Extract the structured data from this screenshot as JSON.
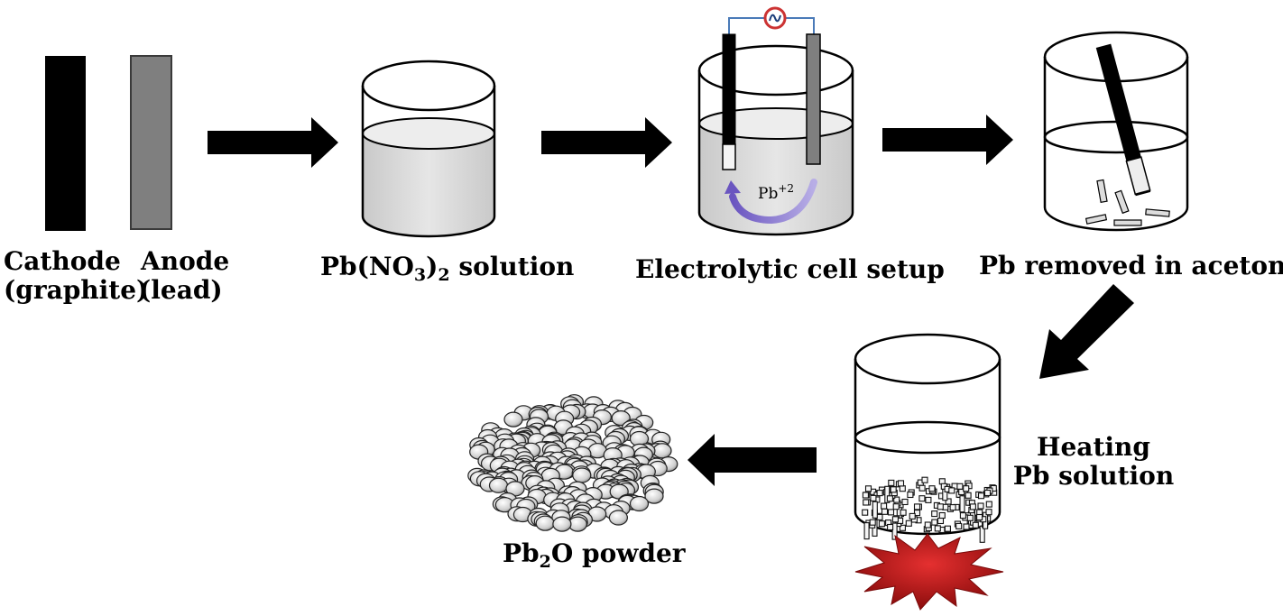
{
  "labels": {
    "cathode_title": "Cathode",
    "cathode_material": "(graphite)",
    "anode_title": "Anode",
    "anode_material": "(lead)",
    "solution_prefix": "Pb(NO",
    "solution_sub3": "3",
    "solution_close": ")",
    "solution_sub2": "2",
    "solution_suffix": " solution",
    "cell": "Electrolytic cell setup",
    "removed": "Pb removed in acetone",
    "heating_line1": "Heating",
    "heating_line2": "Pb solution",
    "powder_prefix": "Pb",
    "powder_sub": "2",
    "powder_suffix": "O powder"
  },
  "ion_label": "Pb",
  "ion_charge": "+2",
  "colors": {
    "cathode": "#000000",
    "anode": "#7f7f7f",
    "arrow": "#000000",
    "solution": "#d9d9d9",
    "ion_arrow": "#7b68c8",
    "meter": "#cc3333",
    "wire": "#4a7ab8",
    "flame": "#b01818"
  },
  "icons": [
    "cathode-electrode",
    "anode-electrode",
    "beaker",
    "electrolytic-cell",
    "voltmeter-icon",
    "flame-icon",
    "particle-heap"
  ]
}
